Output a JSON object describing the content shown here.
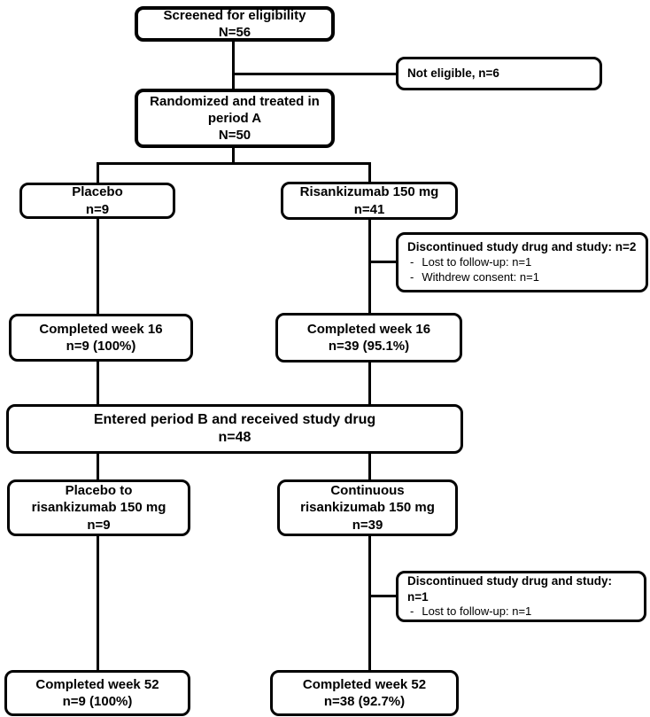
{
  "colors": {
    "ink": "#000000",
    "background": "#ffffff"
  },
  "flow": {
    "bullet": "-",
    "screened": {
      "title": "Screened for eligibility",
      "n": "N=56"
    },
    "not_eligible": {
      "title": "Not eligible, n=6"
    },
    "randomized": {
      "lines": [
        "Randomized and treated in",
        "period A",
        "N=50"
      ]
    },
    "placebo": {
      "title": "Placebo",
      "n": "n=9"
    },
    "risankizumab": {
      "title": "Risankizumab 150 mg",
      "n": "n=41"
    },
    "discontinued_a": {
      "title": "Discontinued study drug and study: n=2",
      "items": [
        "Lost to follow-up: n=1",
        "Withdrew consent: n=1"
      ]
    },
    "completed16_placebo": {
      "title": "Completed week 16",
      "n": "n=9 (100%)"
    },
    "completed16_risa": {
      "title": "Completed week 16",
      "n": "n=39 (95.1%)"
    },
    "period_b": {
      "title": "Entered period B and received study drug",
      "n": "n=48"
    },
    "placebo_to_risa": {
      "lines": [
        "Placebo to",
        "risankizumab 150 mg",
        "n=9"
      ]
    },
    "continuous_risa": {
      "lines": [
        "Continuous",
        "risankizumab 150 mg",
        "n=39"
      ]
    },
    "discontinued_b": {
      "title": "Discontinued study drug and study: n=1",
      "items": [
        "Lost to follow-up: n=1"
      ]
    },
    "completed52_placebo": {
      "title": "Completed week 52",
      "n": "n=9 (100%)"
    },
    "completed52_risa": {
      "title": "Completed week 52",
      "n": "n=38 (92.7%)"
    }
  }
}
